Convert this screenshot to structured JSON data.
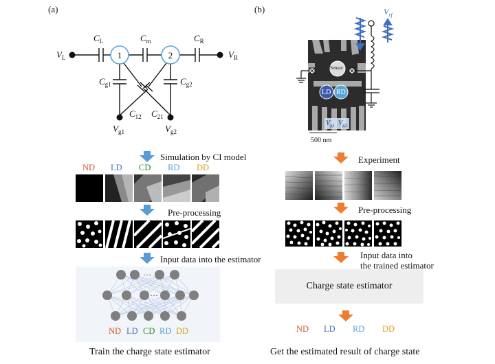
{
  "panel_a": {
    "tag": "(a)",
    "circuit": {
      "VL": "V",
      "VL_sub": "L",
      "VR": "V",
      "VR_sub": "R",
      "CL": "C",
      "CL_sub": "L",
      "Cm": "C",
      "Cm_sub": "m",
      "CR": "C",
      "CR_sub": "R",
      "Cg1": "C",
      "Cg1_sub": "g1",
      "Cg2": "C",
      "Cg2_sub": "g2",
      "C12": "C",
      "C12_sub": "12",
      "C21": "C",
      "C21_sub": "21",
      "Vg1": "V",
      "Vg1_sub": "g1",
      "Vg2": "V",
      "Vg2_sub": "g2",
      "dot1": "1",
      "dot2": "2"
    },
    "step1": "Simulation by CI model",
    "classes": [
      {
        "label": "ND",
        "color": "#d35a2a"
      },
      {
        "label": "LD",
        "color": "#3d6fc2"
      },
      {
        "label": "CD",
        "color": "#2e8b2e"
      },
      {
        "label": "RD",
        "color": "#5aa4d6"
      },
      {
        "label": "DD",
        "color": "#d9a21b"
      }
    ],
    "step2": "Pre-processing",
    "step3": "Input data into the estimator",
    "nn_dots_top": "···",
    "nn_dots_mid": "···",
    "caption": "Train the charge state estimator"
  },
  "panel_b": {
    "tag": "(b)",
    "vrf": "V",
    "vrf_sub": "rf",
    "sensor": "Sensor",
    "ld": "LD",
    "rd": "RD",
    "vg1": "V",
    "vg1_sub": "g1",
    "vg2": "V",
    "vg2_sub": "g2",
    "scale": "500 nm",
    "step1": "Experiment",
    "step2": "Pre-processing",
    "step3_line1": "Input data into",
    "step3_line2": "the trained estimator",
    "estimator": "Charge state estimator",
    "classes": [
      {
        "label": "ND",
        "color": "#d35a2a"
      },
      {
        "label": "LD",
        "color": "#3d6fc2"
      },
      {
        "label": "RD",
        "color": "#5aa4d6"
      },
      {
        "label": "DD",
        "color": "#d9a21b"
      }
    ],
    "caption": "Get the estimated result of charge state"
  },
  "colors": {
    "arrow_a": "#5b9bd5",
    "arrow_b": "#ed7d31",
    "dot_outline": "#5aa4d6"
  }
}
